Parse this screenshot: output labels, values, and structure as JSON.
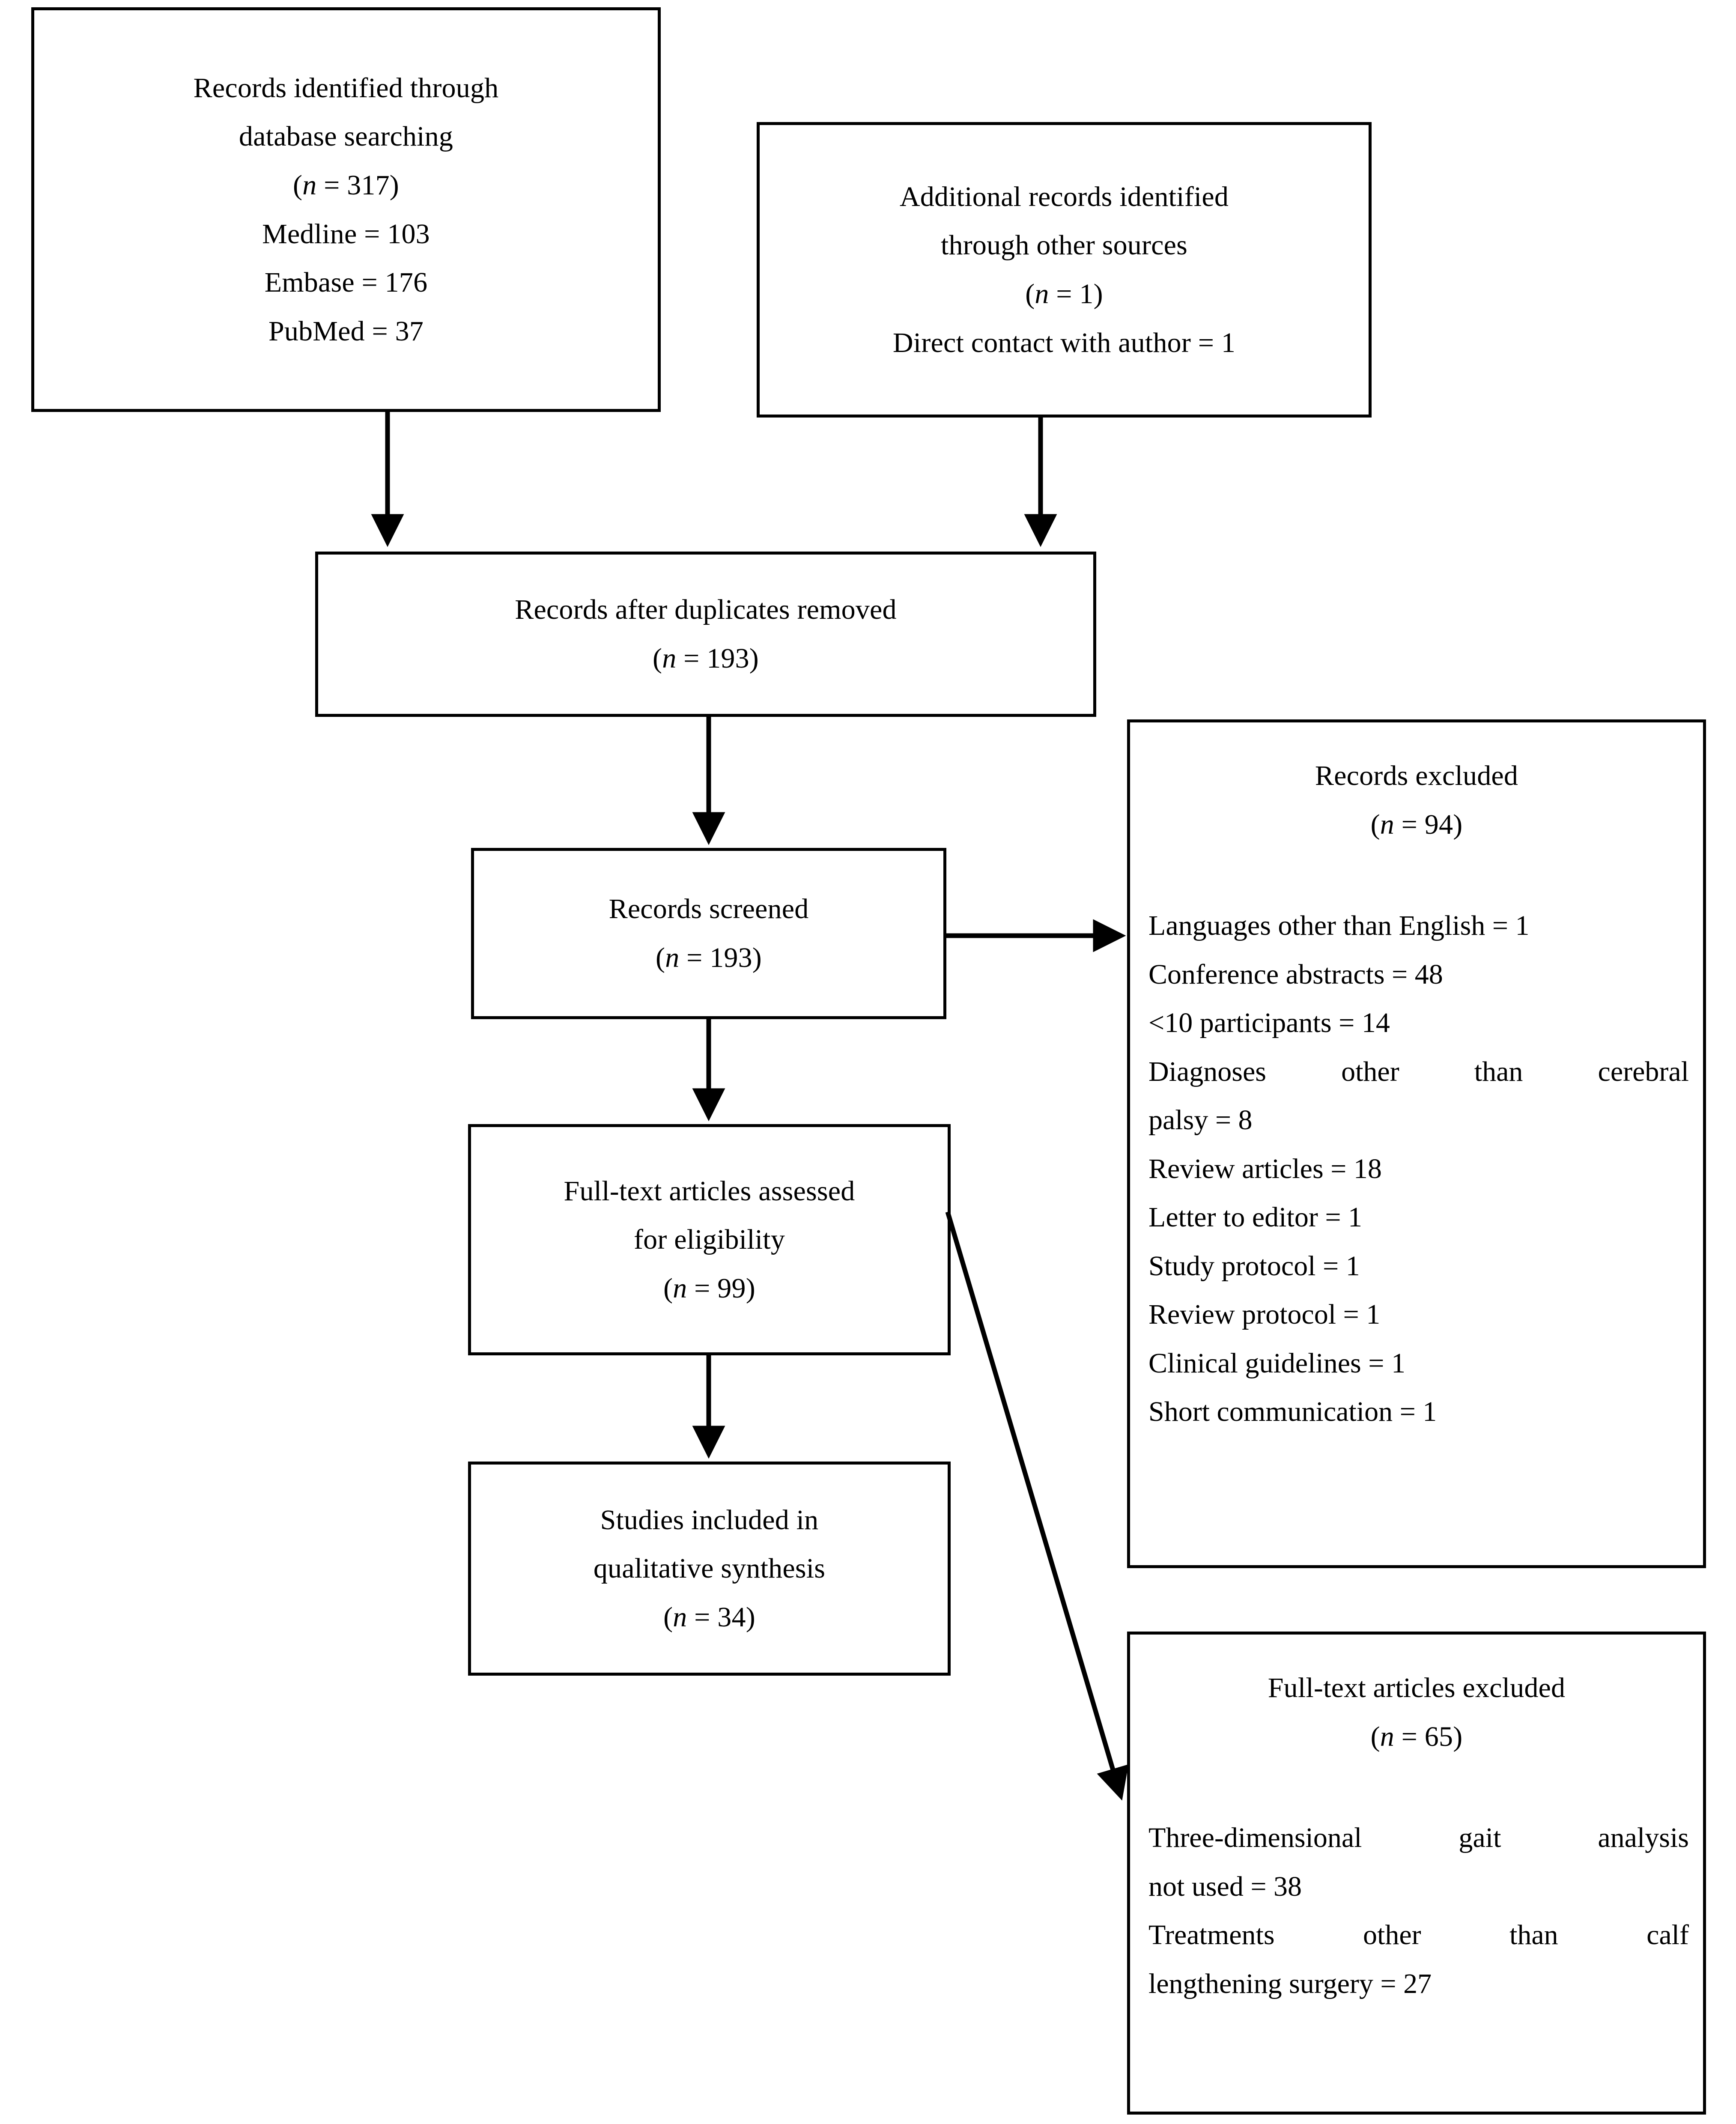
{
  "diagram": {
    "type": "prisma-flow-diagram",
    "boxes": {
      "identified_database": {
        "lines": [
          "Records identified through",
          "database searching",
          "(n = 317)",
          "Medline = 103",
          "Embase = 176",
          "PubMed = 37"
        ]
      },
      "identified_other": {
        "lines": [
          "Additional records identified",
          "through other sources",
          "(n = 1)",
          "Direct contact with author = 1"
        ]
      },
      "duplicates_removed": {
        "lines": [
          "Records after duplicates removed",
          "(n = 193)"
        ]
      },
      "records_screened": {
        "lines": [
          "Records screened",
          "(n = 193)"
        ]
      },
      "fulltext_assessed": {
        "lines": [
          "Full-text articles assessed",
          "for eligibility",
          "(n = 99)"
        ]
      },
      "studies_included": {
        "lines": [
          "Studies included in",
          "qualitative synthesis",
          "(n = 34)"
        ]
      },
      "records_excluded": {
        "title": "Records excluded",
        "count": "(n = 94)",
        "reasons": [
          "Languages other than English = 1",
          "Conference abstracts = 48",
          "<10 participants = 14",
          "Diagnoses other than cerebral",
          "palsy = 8",
          "Review articles = 18",
          "Letter to editor = 1",
          "Study protocol = 1",
          "Review protocol = 1",
          "Clinical guidelines = 1",
          "Short communication = 1"
        ]
      },
      "fulltext_excluded": {
        "title": "Full-text articles excluded",
        "count": "(n = 65)",
        "reasons": [
          "Three-dimensional gait analysis",
          "not used = 38",
          "Treatments other than calf",
          "lengthening surgery = 27"
        ]
      }
    },
    "colors": {
      "stroke": "#000000",
      "background": "#ffffff",
      "text": "#000000"
    }
  }
}
